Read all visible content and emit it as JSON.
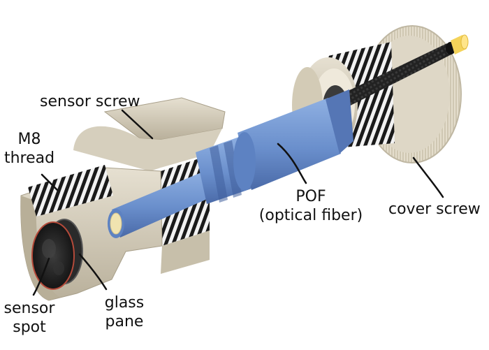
{
  "labels": {
    "sensor_screw": "sensor screw",
    "m8_thread_line1": "M8",
    "m8_thread_line2": "thread",
    "pof_line1": "POF",
    "pof_line2": "(optical fiber)",
    "cover_screw": "cover screw",
    "sensor_spot_line1": "sensor",
    "sensor_spot_line2": "spot",
    "glass_pane_line1": "glass",
    "glass_pane_line2": "pane"
  },
  "colors": {
    "housing": "#d8d1bf",
    "housing_shadow": "#a89f89",
    "fiber_blue": "#6f93cf",
    "fiber_blue_dark": "#4d6fae",
    "cable_black": "#1c1c1c",
    "fiber_core": "#f4d35a",
    "leader": "#111111"
  }
}
